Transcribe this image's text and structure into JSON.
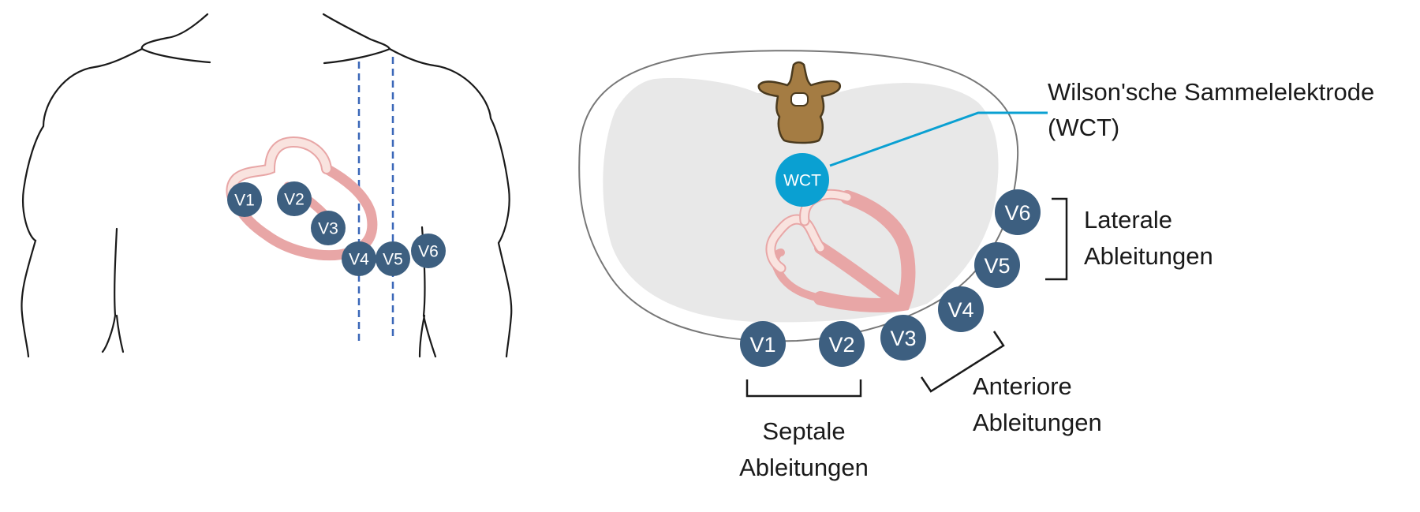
{
  "colors": {
    "electrode": "#3d5f80",
    "wct": "#0aa0d2",
    "heart": "#e8a6a6",
    "heart_light": "#f9e3df",
    "vertebra": "#a47c43",
    "guide_line": "#3a67b8",
    "body_outline": "#1a1a1a",
    "thorax_fill": "#e8e8e8"
  },
  "icons": {
    "torso": "torso-outline-icon",
    "vertebra": "vertebra-icon",
    "heart": "heart-icon"
  },
  "front_view": {
    "electrodes": [
      "V1",
      "V2",
      "V3",
      "V4",
      "V5",
      "V6"
    ]
  },
  "cross_section": {
    "wct_label": "WCT",
    "wct_caption_line1": "Wilson'sche Sammelelektrode",
    "wct_caption_line2": "(WCT)",
    "electrodes": [
      "V1",
      "V2",
      "V3",
      "V4",
      "V5",
      "V6"
    ],
    "groups": {
      "lateral": {
        "line1": "Laterale",
        "line2": "Ableitungen"
      },
      "anterior": {
        "line1": "Anteriore",
        "line2": "Ableitungen"
      },
      "septal": {
        "line1": "Septale",
        "line2": "Ableitungen"
      }
    }
  }
}
